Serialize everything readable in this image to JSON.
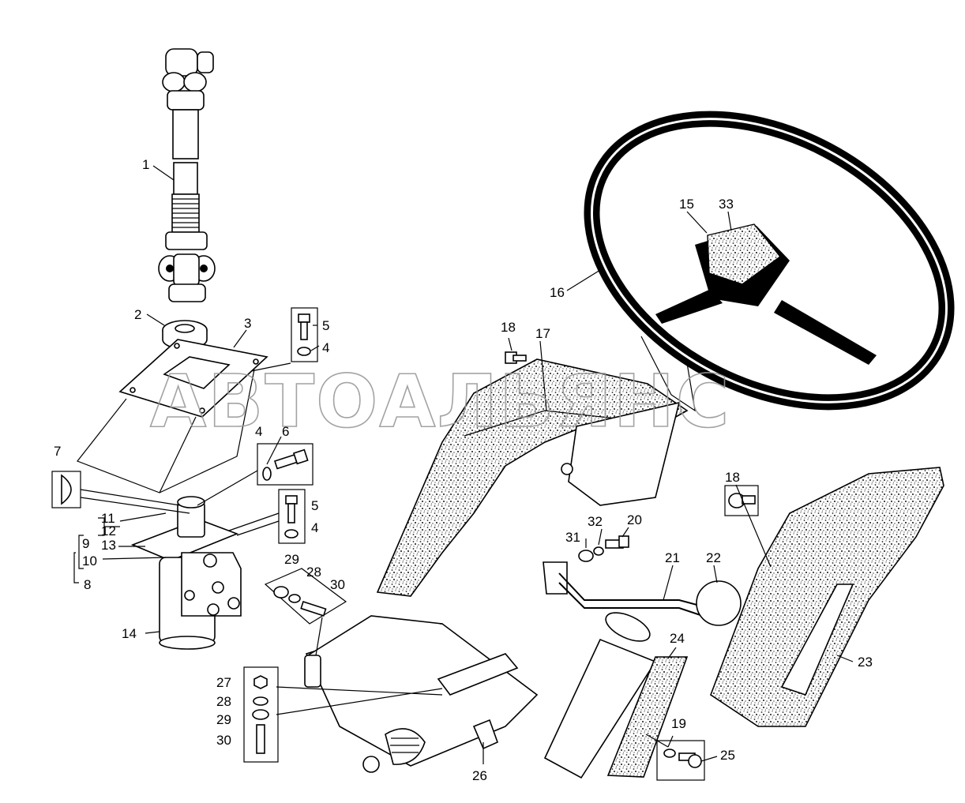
{
  "watermark": "АВТОАЛЬЯНС",
  "callouts": [
    {
      "id": "c1",
      "text": "1"
    },
    {
      "id": "c2",
      "text": "2"
    },
    {
      "id": "c3",
      "text": "3"
    },
    {
      "id": "c4a",
      "text": "4"
    },
    {
      "id": "c5a",
      "text": "5"
    },
    {
      "id": "c4b",
      "text": "4"
    },
    {
      "id": "c6",
      "text": "6"
    },
    {
      "id": "c5b",
      "text": "5"
    },
    {
      "id": "c4c",
      "text": "4"
    },
    {
      "id": "c7",
      "text": "7"
    },
    {
      "id": "c11",
      "text": "11"
    },
    {
      "id": "c12",
      "text": "12"
    },
    {
      "id": "c9",
      "text": "9"
    },
    {
      "id": "c13",
      "text": "13"
    },
    {
      "id": "c10",
      "text": "10"
    },
    {
      "id": "c8",
      "text": "8"
    },
    {
      "id": "c14",
      "text": "14"
    },
    {
      "id": "c29a",
      "text": "29"
    },
    {
      "id": "c28a",
      "text": "28"
    },
    {
      "id": "c30a",
      "text": "30"
    },
    {
      "id": "c27",
      "text": "27"
    },
    {
      "id": "c28b",
      "text": "28"
    },
    {
      "id": "c29b",
      "text": "29"
    },
    {
      "id": "c30b",
      "text": "30"
    },
    {
      "id": "c26",
      "text": "26"
    },
    {
      "id": "c15",
      "text": "15"
    },
    {
      "id": "c33",
      "text": "33"
    },
    {
      "id": "c16",
      "text": "16"
    },
    {
      "id": "c18a",
      "text": "18"
    },
    {
      "id": "c17",
      "text": "17"
    },
    {
      "id": "c31",
      "text": "31"
    },
    {
      "id": "c32",
      "text": "32"
    },
    {
      "id": "c20",
      "text": "20"
    },
    {
      "id": "c21",
      "text": "21"
    },
    {
      "id": "c22",
      "text": "22"
    },
    {
      "id": "c18b",
      "text": "18"
    },
    {
      "id": "c23",
      "text": "23"
    },
    {
      "id": "c24",
      "text": "24"
    },
    {
      "id": "c19",
      "text": "19"
    },
    {
      "id": "c25",
      "text": "25"
    }
  ]
}
